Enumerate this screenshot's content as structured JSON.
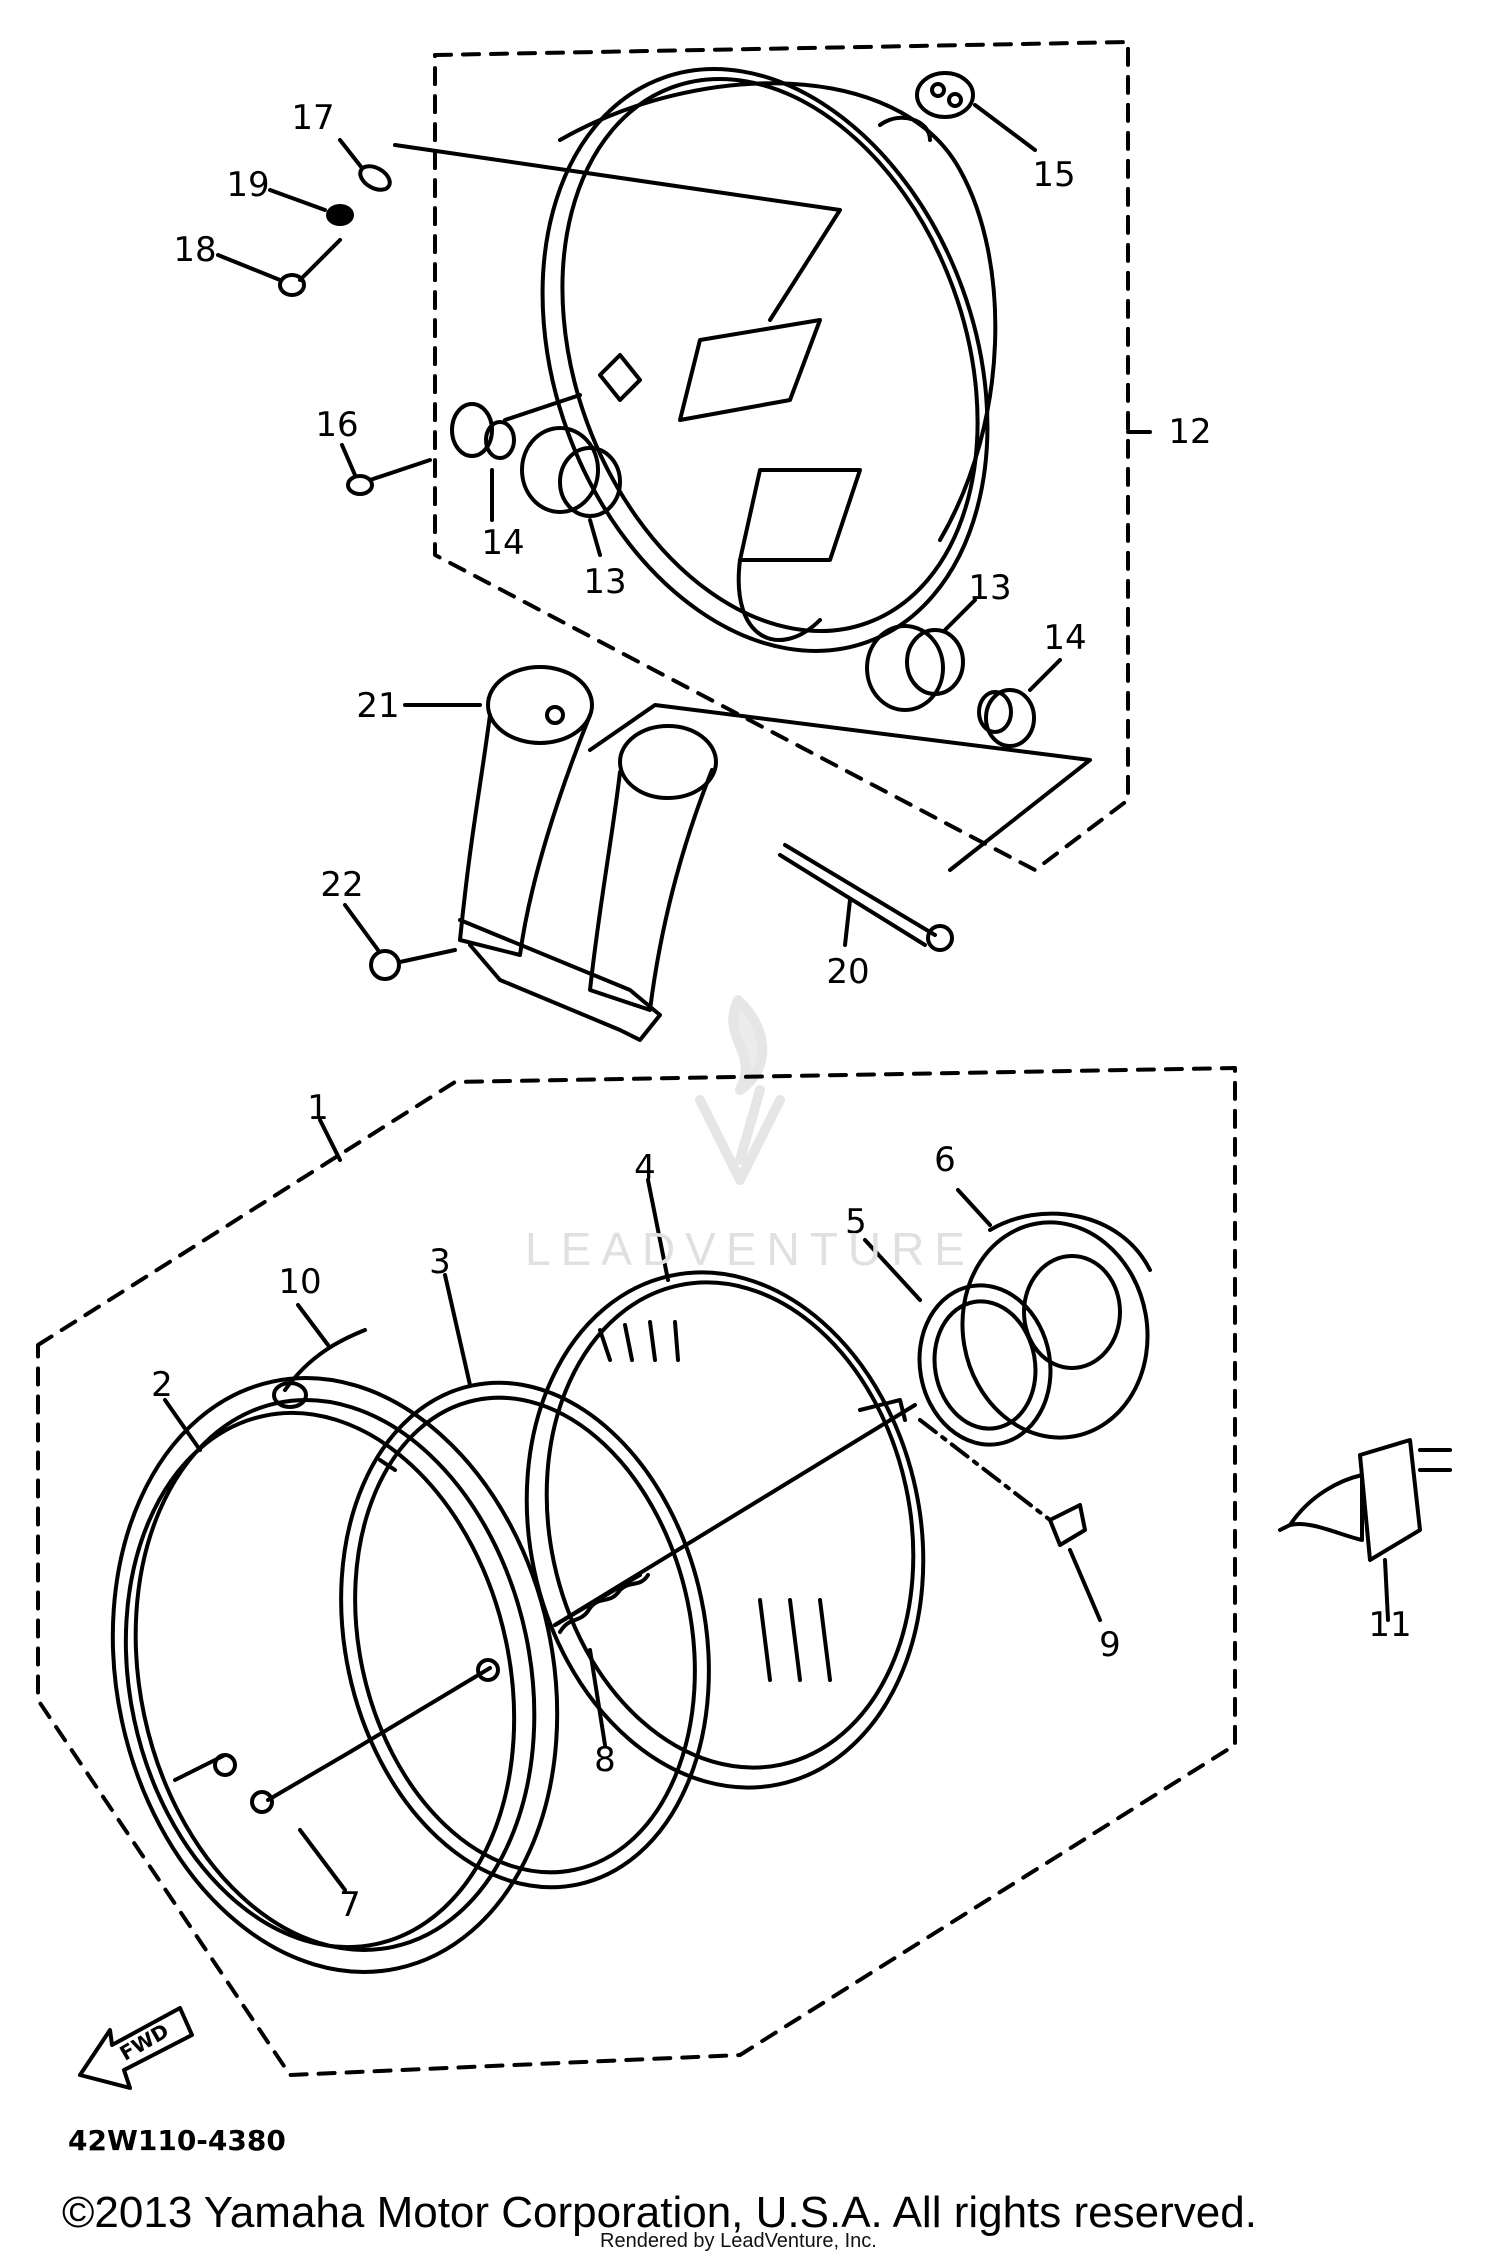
{
  "diagram": {
    "callouts": [
      {
        "id": "1",
        "text": "1"
      },
      {
        "id": "2",
        "text": "2"
      },
      {
        "id": "3",
        "text": "3"
      },
      {
        "id": "4",
        "text": "4"
      },
      {
        "id": "5",
        "text": "5"
      },
      {
        "id": "6",
        "text": "6"
      },
      {
        "id": "7",
        "text": "7"
      },
      {
        "id": "8",
        "text": "8"
      },
      {
        "id": "9",
        "text": "9"
      },
      {
        "id": "10",
        "text": "10"
      },
      {
        "id": "11",
        "text": "11"
      },
      {
        "id": "12",
        "text": "12"
      },
      {
        "id": "13a",
        "text": "13"
      },
      {
        "id": "13b",
        "text": "13"
      },
      {
        "id": "14a",
        "text": "14"
      },
      {
        "id": "14b",
        "text": "14"
      },
      {
        "id": "15",
        "text": "15"
      },
      {
        "id": "16",
        "text": "16"
      },
      {
        "id": "17",
        "text": "17"
      },
      {
        "id": "18",
        "text": "18"
      },
      {
        "id": "19",
        "text": "19"
      },
      {
        "id": "20",
        "text": "20"
      },
      {
        "id": "21",
        "text": "21"
      },
      {
        "id": "22",
        "text": "22"
      }
    ],
    "fwd_label": "FWD",
    "drawing_code": "42W110-4380"
  },
  "footer": {
    "copyright": "©2013 Yamaha Motor Corporation, U.S.A. All rights reserved.",
    "rendered_by": "Rendered by LeadVenture, Inc."
  },
  "watermark": {
    "text": "LEADVENTURE"
  }
}
